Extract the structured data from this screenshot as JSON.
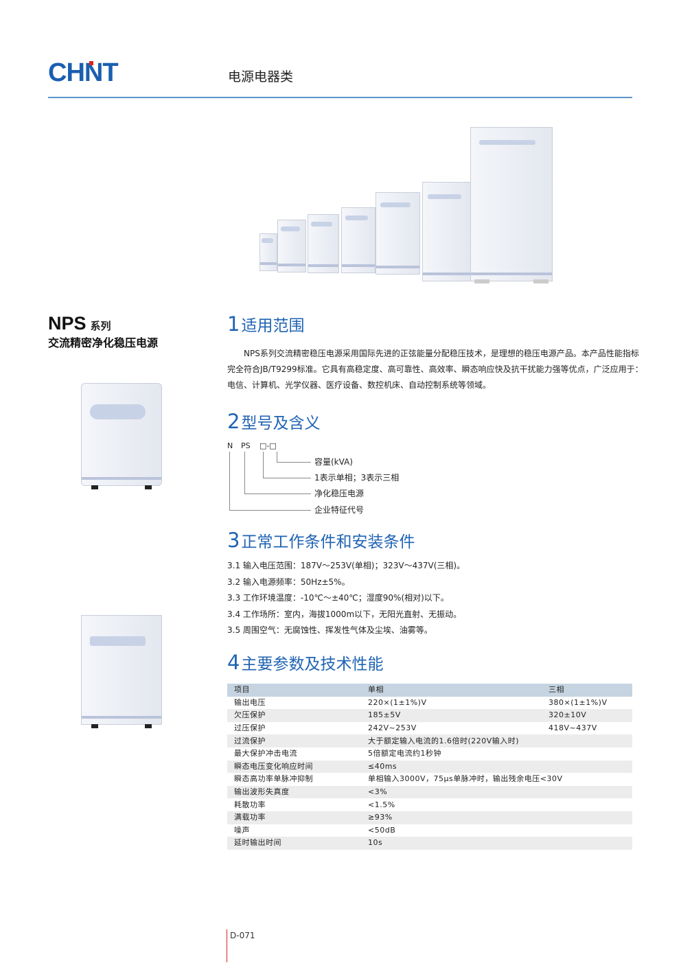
{
  "header": {
    "brand": "CHNT",
    "category": "电源电器类"
  },
  "product": {
    "series_code": "NPS",
    "series_label": "系列",
    "name": "交流精密净化稳压电源"
  },
  "section1": {
    "num": "1",
    "title": "适用范围",
    "text": "NPS系列交流精密稳压电源采用国际先进的正弦能量分配稳压技术，是理想的稳压电源产品。本产品性能指标完全符合JB/T9299标准。它具有高稳定度、高可靠性、高效率、瞬态响应快及抗干扰能力强等优点，广泛应用于：电信、计算机、光学仪器、医疗设备、数控机床、自动控制系统等领域。"
  },
  "section2": {
    "num": "2",
    "title": "型号及含义",
    "codes": [
      "N",
      "PS",
      "□-□"
    ],
    "meanings": [
      "容量(kVA)",
      "1表示单相；3表示三相",
      "净化稳压电源",
      "企业特征代号"
    ]
  },
  "section3": {
    "num": "3",
    "title": "正常工作条件和安装条件",
    "items": [
      "3.1  输入电压范围：187V～253V(单相)；323V～437V(三相)。",
      "3.2  输入电源频率：50Hz±5%。",
      "3.3  工作环境温度：-10℃～±40℃；湿度90%(相对)以下。",
      "3.4  工作场所：室内，海拔1000m以下，无阳光直射、无振动。",
      "3.5  周围空气：无腐蚀性、挥发性气体及尘埃、油雾等。"
    ]
  },
  "section4": {
    "num": "4",
    "title": "主要参数及技术性能",
    "headers": [
      "项目",
      "单相",
      "三相"
    ],
    "rows": [
      [
        "输出电压",
        "220×(1±1%)V",
        "380×(1±1%)V"
      ],
      [
        "欠压保护",
        "185±5V",
        "320±10V"
      ],
      [
        "过压保护",
        "242V~253V",
        "418V~437V"
      ],
      [
        "过流保护",
        "大于额定输入电流的1.6倍时(220V输入时)",
        ""
      ],
      [
        "最大保护冲击电流",
        "5倍额定电流约1秒钟",
        ""
      ],
      [
        "瞬态电压变化响应时间",
        "≤40ms",
        ""
      ],
      [
        "瞬态高功率单脉冲抑制",
        "单相输入3000V，75μs单脉冲时，输出残余电压<30V",
        ""
      ],
      [
        "输出波形失真度",
        "<3%",
        ""
      ],
      [
        "耗散功率",
        "<1.5%",
        ""
      ],
      [
        "满载功率",
        "≥93%",
        ""
      ],
      [
        "噪声",
        "<50dB",
        ""
      ],
      [
        "延时输出时间",
        "10s",
        ""
      ]
    ]
  },
  "footer": {
    "page": "D-071"
  }
}
